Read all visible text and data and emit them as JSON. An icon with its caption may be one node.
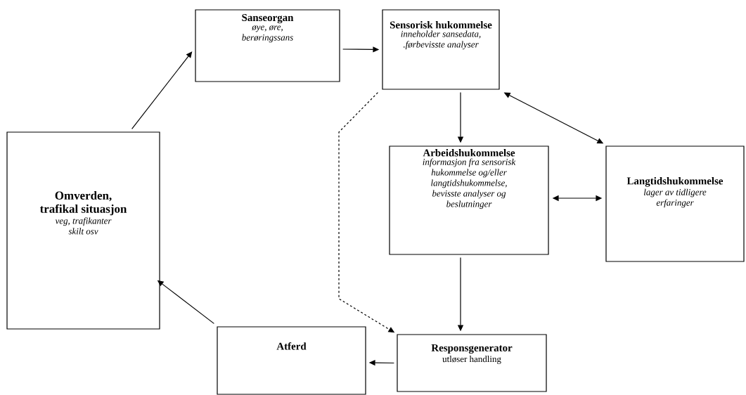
{
  "diagram": {
    "nodes": [
      {
        "text": [
          "Sanseorgan",
          "øye, øre, berøringssans"
        ]
      },
      {
        "text": [
          "Sensorisk hukommelse",
          "inneholder sansedata, .førbevisste analyser"
        ]
      },
      {
        "text": [
          "Omverden, trafikal situasjon",
          "veg, trafikanter skilt osv"
        ]
      },
      {
        "text": [
          "Arbeidshukommelse",
          "informasjon fra sensorisk hukommelse og/eller langtidshukommelse, bevisste analyser og beslutninger"
        ]
      },
      {
        "text": [
          "Langtidshukommelse",
          "lager av tidligere erfaringer"
        ]
      },
      {
        "text": [
          "Atferd"
        ]
      },
      {
        "text": [
          "Responsgenerator",
          "utløser handling"
        ]
      }
    ],
    "edges": [
      {
        "from": 2,
        "to": 0,
        "arrow": "to"
      },
      {
        "from": 0,
        "to": 1,
        "arrow": "to"
      },
      {
        "from": 1,
        "to": 3,
        "arrow": "to"
      },
      {
        "from": 1,
        "to": 4,
        "arrow": "both"
      },
      {
        "from": 3,
        "to": 4,
        "arrow": "both"
      },
      {
        "from": 3,
        "to": 6,
        "arrow": "to"
      },
      {
        "from": 1,
        "to": 6,
        "arrow": "to",
        "style": "dashed"
      },
      {
        "from": 6,
        "to": 5,
        "arrow": "to"
      },
      {
        "from": 5,
        "to": 2,
        "arrow": "to"
      }
    ]
  }
}
